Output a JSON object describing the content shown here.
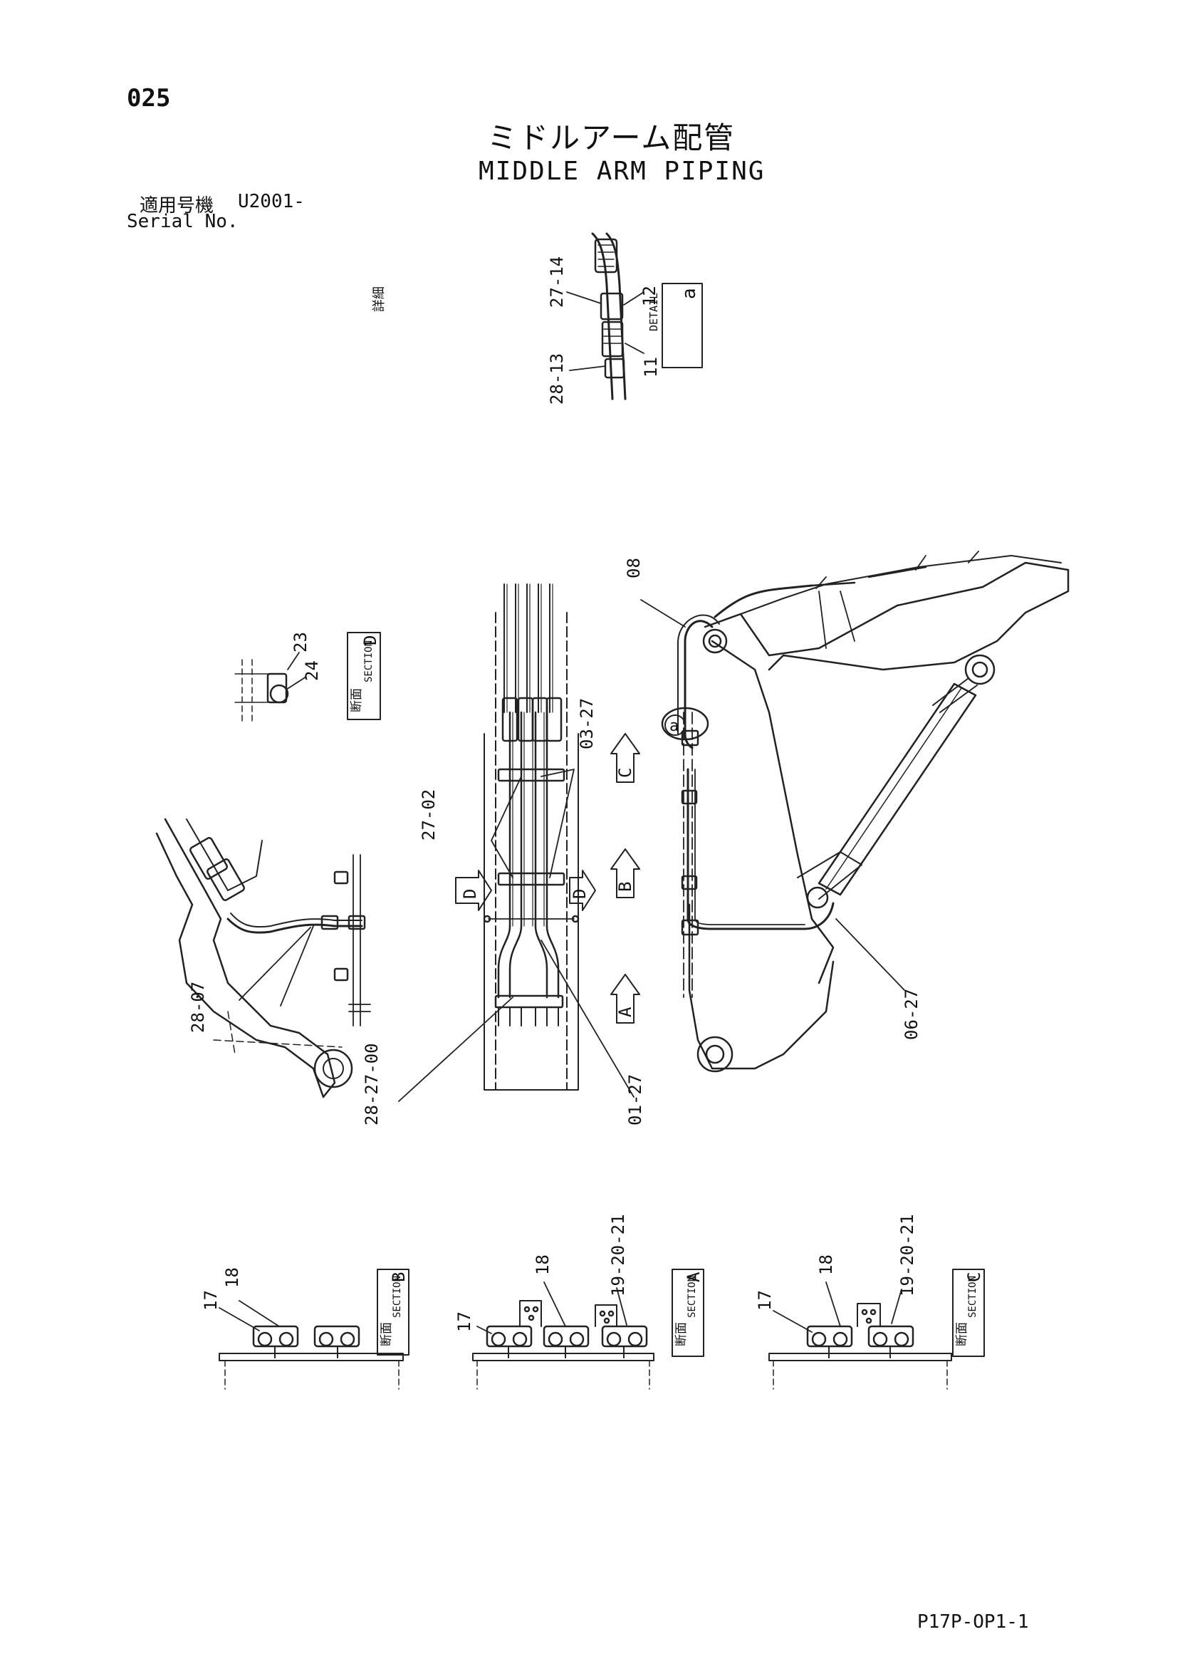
{
  "page": {
    "number": "025",
    "title_jp": "ミドルアーム配管",
    "title_en": "MIDDLE ARM PIPING",
    "serial_label_jp": "適用号機",
    "serial_value": "U2001-",
    "serial_label_en": "Serial No.",
    "drawing_code": "P17P-OP1-1"
  },
  "views": {
    "detail_a": {
      "jp": "詳細",
      "en": "DETAIL",
      "letter": "a"
    },
    "section_d": {
      "jp": "断面",
      "en": "SECTION",
      "letter": "D"
    },
    "section_b": {
      "jp": "断面",
      "en": "SECTION",
      "letter": "B"
    },
    "section_a": {
      "jp": "断面",
      "en": "SECTION",
      "letter": "A"
    },
    "section_c": {
      "jp": "断面",
      "en": "SECTION",
      "letter": "C"
    }
  },
  "markers": {
    "arrow_a": "A",
    "arrow_b": "B",
    "arrow_c": "C",
    "arrow_d_left": "D",
    "arrow_d_right": "D",
    "circle_a": "a"
  },
  "callouts": {
    "detail_27_14": "27-14",
    "detail_12": "12",
    "detail_11": "11",
    "detail_28_13": "28-13",
    "secD_23": "23",
    "secD_24": "24",
    "left_28_07": "28-07",
    "center_03_27": "03-27",
    "center_27_02": "27-02",
    "center_28_27_00": "28-27-00",
    "center_01_27": "01-27",
    "right_08": "08",
    "right_06_27": "06-27",
    "secB_17": "17",
    "secB_18": "18",
    "secA_17": "17",
    "secA_18": "18",
    "secA_19_20_21": "19-20-21",
    "secC_17": "17",
    "secC_18": "18",
    "secC_19_20_21": "19-20-21"
  }
}
